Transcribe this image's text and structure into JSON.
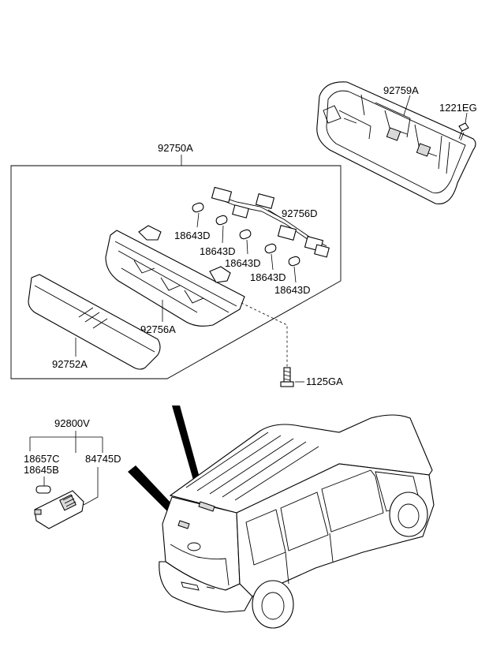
{
  "labels": {
    "p92759A": "92759A",
    "p1221EG": "1221EG",
    "p92750A": "92750A",
    "p92756D": "92756D",
    "p18643D_1": "18643D",
    "p18643D_2": "18643D",
    "p18643D_3": "18643D",
    "p18643D_4": "18643D",
    "p18643D_5": "18643D",
    "p92756A": "92756A",
    "p92752A": "92752A",
    "p1125GA": "1125GA",
    "p92800V": "92800V",
    "p18657C": "18657C",
    "p18645B": "18645B",
    "p84745D": "84745D"
  }
}
